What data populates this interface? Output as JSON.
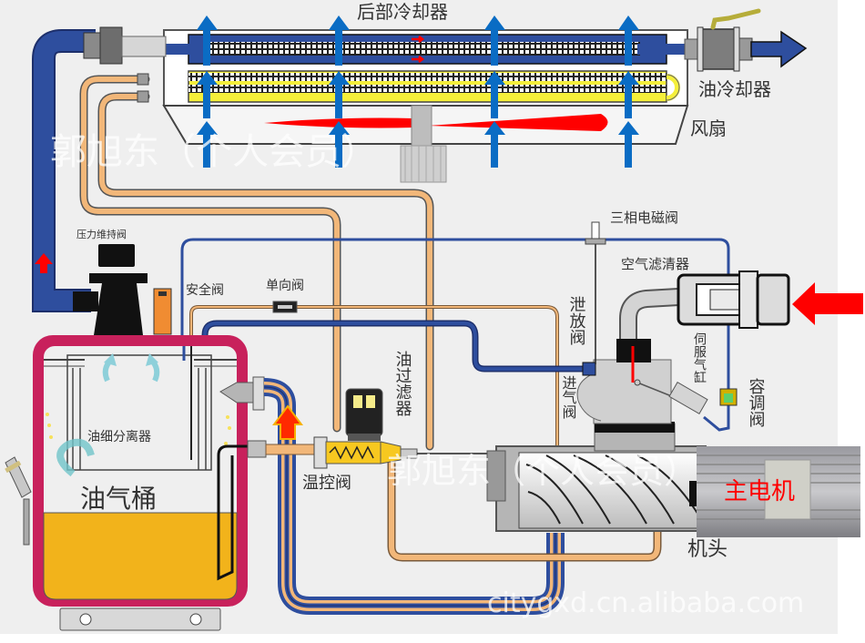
{
  "diagram": {
    "title": "后部冷却器",
    "labels": {
      "oil_cooler": "油冷却器",
      "fan": "风扇",
      "pressure_maintaining_valve": "压力维持阀",
      "safety_valve": "安全阀",
      "check_valve": "单向阀",
      "three_phase_solenoid_valve": "三相电磁阀",
      "air_filter": "空气滤清器",
      "blowdown_valve": "泄放阀",
      "intake_valve": "进气阀",
      "servo_cylinder": "伺服气缸",
      "capacity_regulating_valve": "容调阀",
      "oil_filter": "油过滤器",
      "thermostatic_valve": "温控阀",
      "fine_oil_separator": "油细分离器",
      "oil_gas_tank": "油气桶",
      "main_motor": "主电机",
      "air_end": "机头"
    },
    "watermarks": {
      "member_1": "郭旭东（个人会员）",
      "member_2": "郭旭东（个人会员）",
      "site": "citygxd.cn.alibaba.com"
    },
    "colors": {
      "air_pipe": "#2e4e9e",
      "oil_pipe": "#f2b779",
      "tank_frame": "#c8215c",
      "oil_level": "#f2b31b",
      "airflow_arrow": "#0a6cc4",
      "flow_arrow_red": "#ff0000",
      "cooler_yellow": "#f5ef3a"
    }
  }
}
